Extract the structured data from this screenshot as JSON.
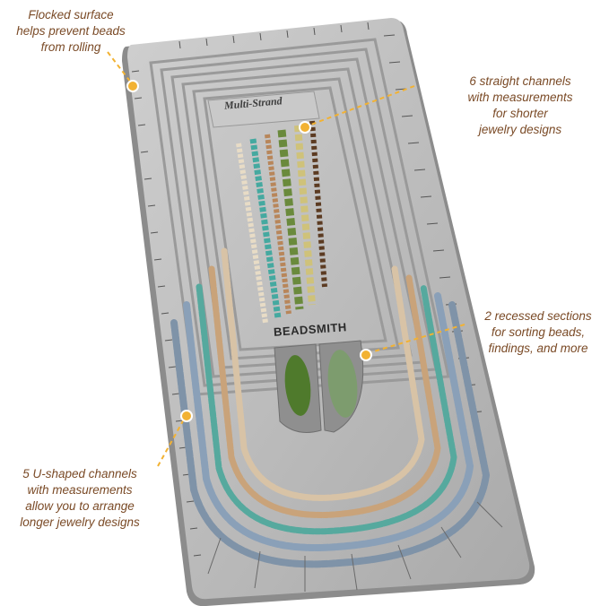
{
  "callouts": {
    "flocked": "Flocked surface\nhelps prevent beads\nfrom rolling",
    "straight": "6 straight channels\nwith measurements\nfor shorter\njewelry designs",
    "recessed": "2 recessed sections\nfor sorting beads,\nfindings, and more",
    "ushaped": "5 U-shaped channels\nwith measurements\nallow you to arrange\nlonger jewelry designs"
  },
  "board": {
    "label": "Multi-Strand",
    "brand": "BEADSMITH"
  },
  "colors": {
    "callout_text": "#7a4a26",
    "dot": "#f2b233",
    "board": "#b9b9b9"
  },
  "product_image": {
    "channels_straight": 6,
    "channels_u_shaped": 5,
    "recessed_sections": 2
  }
}
